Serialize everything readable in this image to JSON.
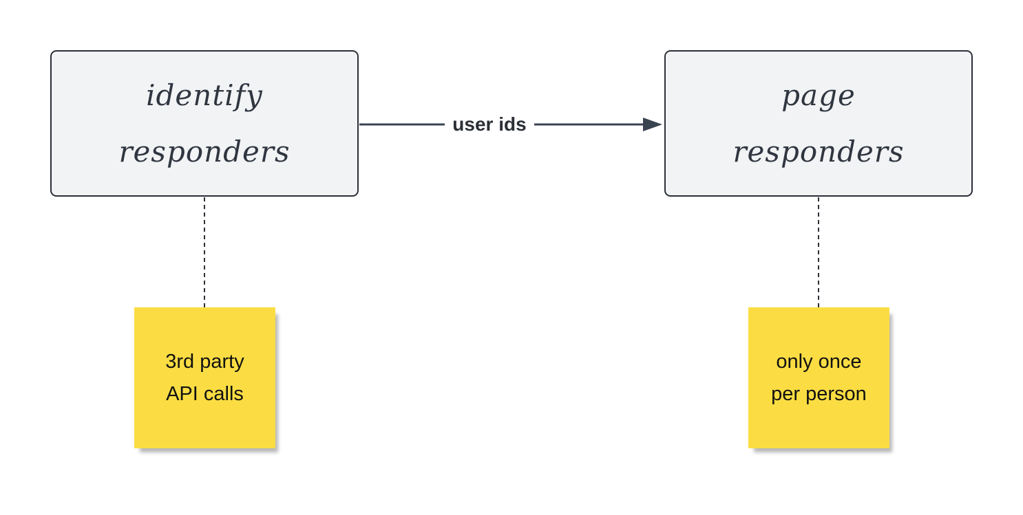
{
  "diagram": {
    "nodes": [
      {
        "id": "identify",
        "label": "identify\nresponders"
      },
      {
        "id": "page",
        "label": "page\nresponders"
      }
    ],
    "edge": {
      "from": "identify",
      "to": "page",
      "label": "user ids"
    },
    "notes": [
      {
        "attached_to": "identify",
        "text": "3rd party\nAPI calls"
      },
      {
        "attached_to": "page",
        "text": "only once\nper person"
      }
    ],
    "colors": {
      "node_fill": "#f2f3f5",
      "node_border": "#2b2f36",
      "sticky_fill": "#fbdd43",
      "line": "#2b2f36"
    }
  }
}
